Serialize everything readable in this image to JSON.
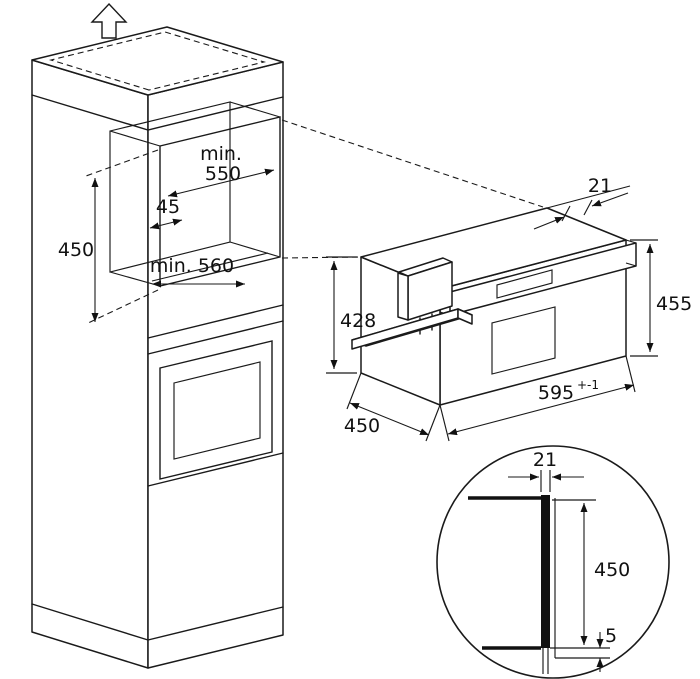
{
  "colors": {
    "line": "#1a1a1a",
    "background": "#ffffff"
  },
  "cabinet": {
    "niche_width_prefix": "min.",
    "niche_width_value": "550",
    "front_offset": "45",
    "niche_height": "450",
    "niche_depth": "min. 560"
  },
  "appliance": {
    "top_overhang": "21",
    "height_right": "455",
    "height_front": "428",
    "depth": "450",
    "width": "595",
    "width_tolerance": "+-1"
  },
  "detail": {
    "panel_thickness": "21",
    "height": "450",
    "bottom_overhang": "5"
  }
}
